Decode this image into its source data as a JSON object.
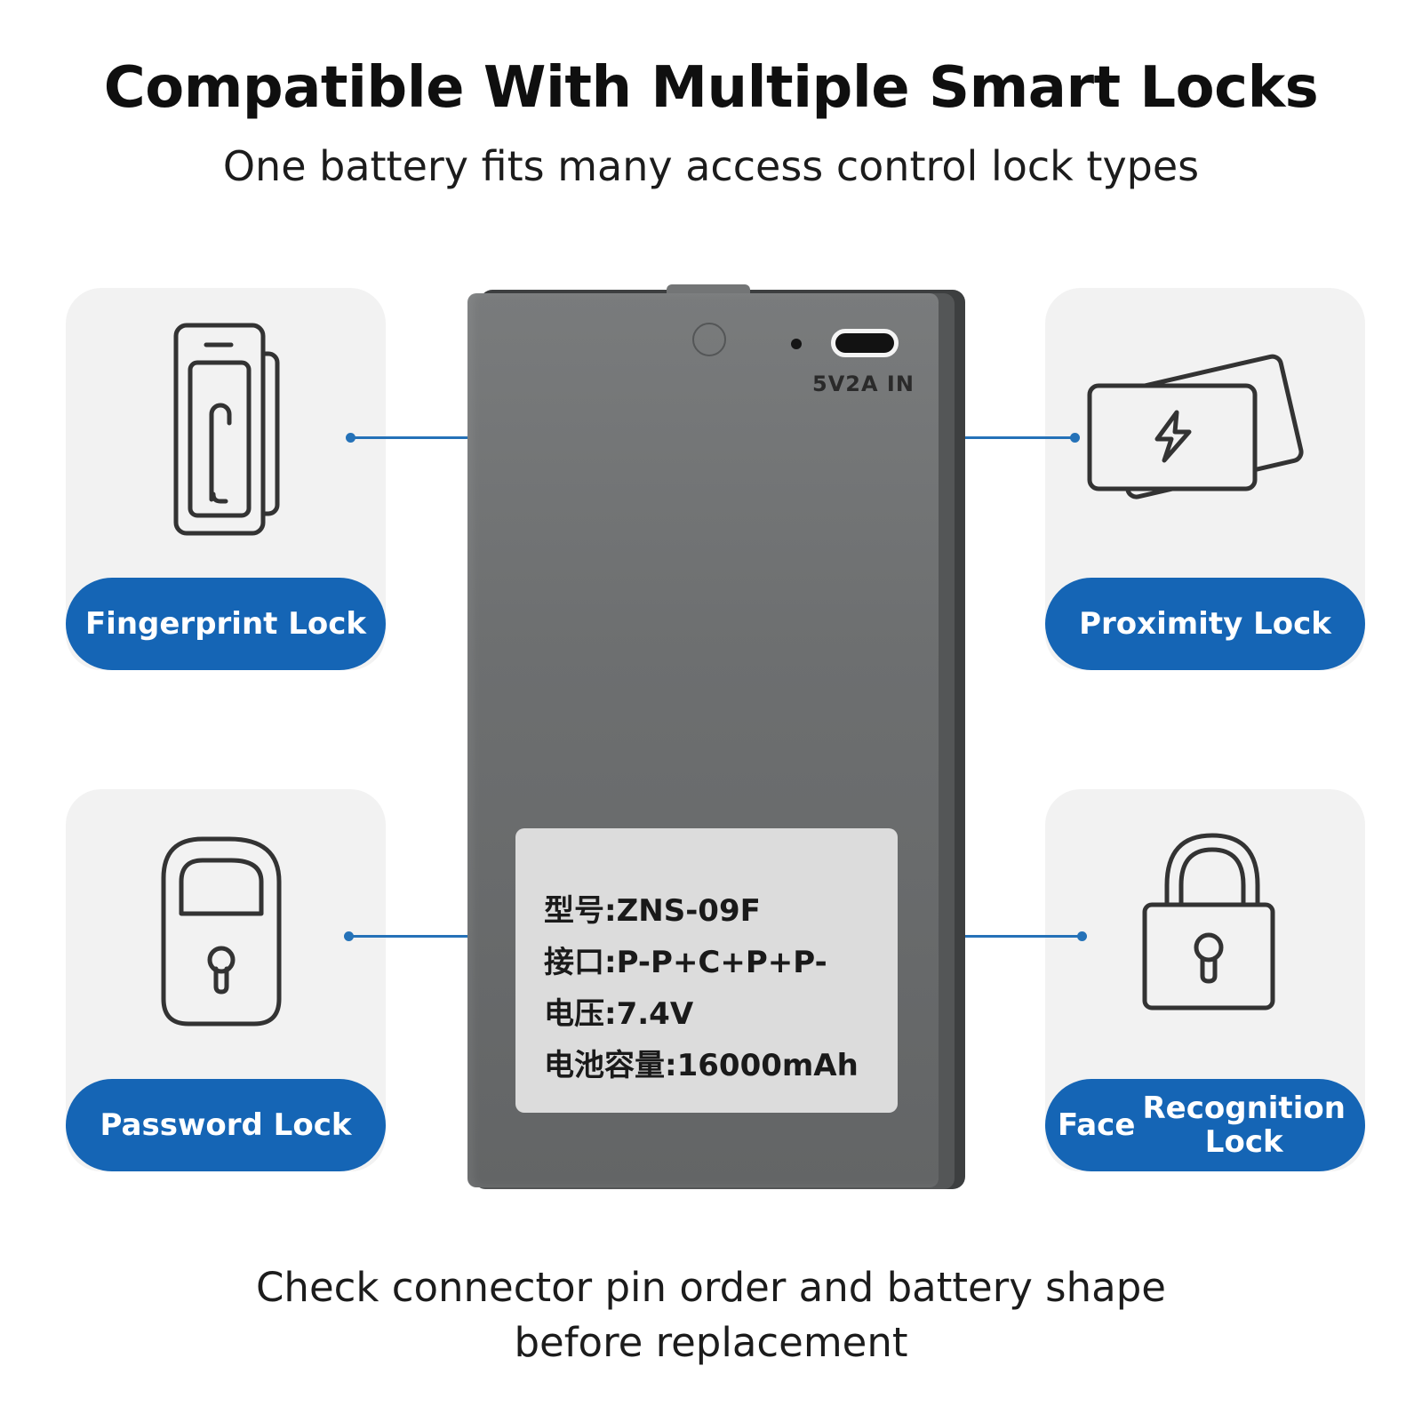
{
  "header": {
    "title": "Compatible With Multiple Smart Locks",
    "subtitle": "One battery fits many access control lock types"
  },
  "locks": [
    {
      "label": "Fingerprint Lock",
      "icon": "fingerprint-scanner-icon"
    },
    {
      "label": "Proximity Lock",
      "icon": "rfid-card-icon"
    },
    {
      "label": "Password Lock",
      "icon": "keypad-lock-icon"
    },
    {
      "label_line1": "Face",
      "label_line2": "Recognition Lock",
      "icon": "padlock-icon"
    }
  ],
  "battery": {
    "port_label": "5V2A IN",
    "spec_lines": [
      "型号:ZNS-09F",
      "接口:P-P+C+P+P-",
      "电压:7.4V",
      "电池容量:16000mAh"
    ]
  },
  "footer": {
    "line1": "Check connector pin order and battery shape",
    "line2": "before replacement"
  },
  "colors": {
    "accent": "#1565b5",
    "card_bg": "#f2f2f2",
    "battery": "#6f7172"
  }
}
